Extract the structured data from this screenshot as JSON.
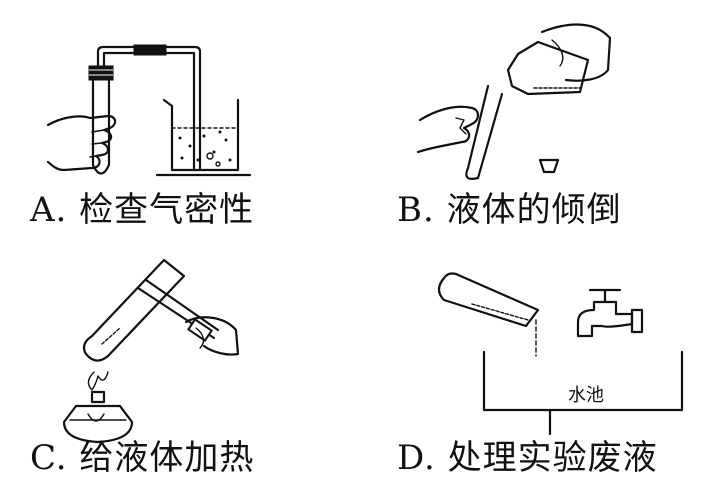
{
  "panels": [
    {
      "id": "A",
      "caption": "A. 检查气密性",
      "icons": [
        "test-tube-with-stopper",
        "bent-glass-tube",
        "beaker-with-water",
        "hand"
      ]
    },
    {
      "id": "B",
      "caption": "B. 液体的倾倒",
      "icons": [
        "reagent-bottle",
        "test-tube",
        "bottle-stopper",
        "hand"
      ]
    },
    {
      "id": "C",
      "caption": "C. 给液体加热",
      "icons": [
        "test-tube",
        "test-tube-holder",
        "alcohol-lamp",
        "hand"
      ]
    },
    {
      "id": "D",
      "caption": "D. 处理实验废液",
      "pool_label": "水池",
      "icons": [
        "test-tube",
        "water-faucet",
        "sink"
      ]
    }
  ]
}
